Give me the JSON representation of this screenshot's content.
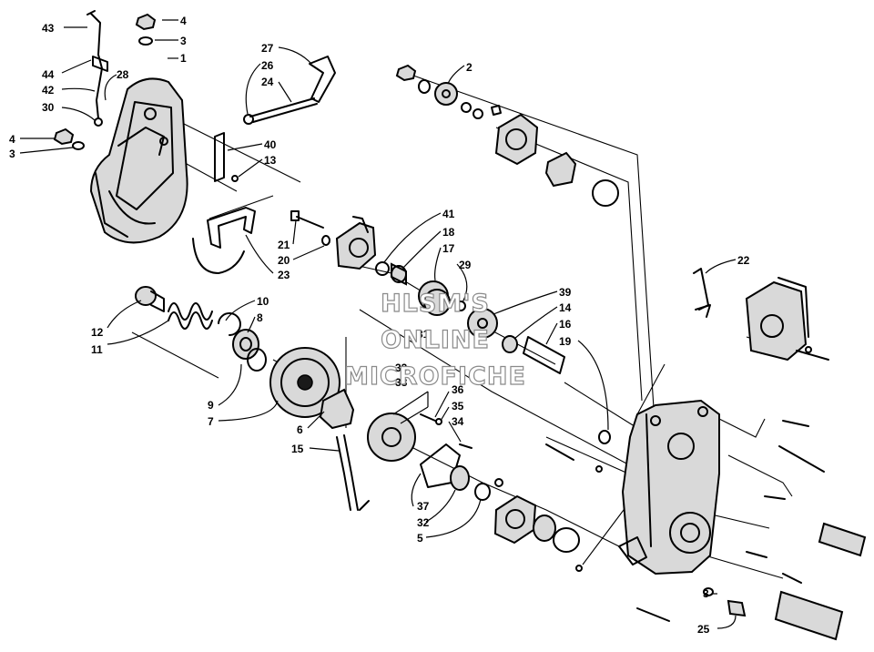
{
  "watermark": {
    "line1": "HLSM'S",
    "line2": "ONLINE",
    "line3": "MICROFICHE"
  },
  "callouts": {
    "c43": "43",
    "c4a": "4",
    "c3a": "3",
    "c1": "1",
    "c44": "44",
    "c28": "28",
    "c42": "42",
    "c30": "30",
    "c4b": "4",
    "c3b": "3",
    "c27": "27",
    "c26": "26",
    "c24": "24",
    "c40": "40",
    "c13": "13",
    "c21": "21",
    "c20": "20",
    "c23": "23",
    "c41": "41",
    "c18": "18",
    "c17": "17",
    "c29": "29",
    "c2": "2",
    "c22": "22",
    "c10": "10",
    "c8": "8",
    "c12": "12",
    "c11": "11",
    "c31": "31",
    "c39": "39",
    "c14": "14",
    "c16": "16",
    "c19": "19",
    "c33": "33",
    "c38": "38",
    "c36": "36",
    "c35": "35",
    "c34": "34",
    "c9": "9",
    "c7": "7",
    "c6": "6",
    "c15": "15",
    "c37": "37",
    "c32": "32",
    "c5": "5",
    "c3c": "3",
    "c25": "25"
  }
}
